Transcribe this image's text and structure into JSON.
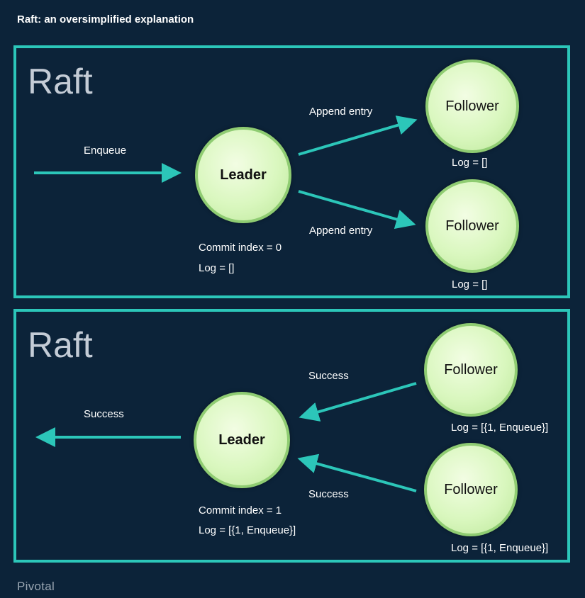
{
  "header": {
    "title": "Raft: an oversimplified explanation"
  },
  "panels": [
    {
      "title": "Raft",
      "client_label": "Enqueue",
      "leader": {
        "label": "Leader",
        "commit": "Commit index = 0",
        "log": "Log = []"
      },
      "followers": [
        {
          "label": "Follower",
          "edge": "Append entry",
          "log": "Log = []"
        },
        {
          "label": "Follower",
          "edge": "Append entry",
          "log": "Log = []"
        }
      ]
    },
    {
      "title": "Raft",
      "client_label": "Success",
      "leader": {
        "label": "Leader",
        "commit": "Commit index = 1",
        "log": "Log = [{1, Enqueue}]"
      },
      "followers": [
        {
          "label": "Follower",
          "edge": "Success",
          "log": "Log = [{1, Enqueue}]"
        },
        {
          "label": "Follower",
          "edge": "Success",
          "log": "Log = [{1, Enqueue}]"
        }
      ]
    }
  ],
  "footer": {
    "brand": "Pivotal"
  },
  "colors": {
    "accent": "#2cc6b9",
    "background": "#0c2339",
    "node_fill": "#d9f7be",
    "node_border": "#8fcc72"
  }
}
